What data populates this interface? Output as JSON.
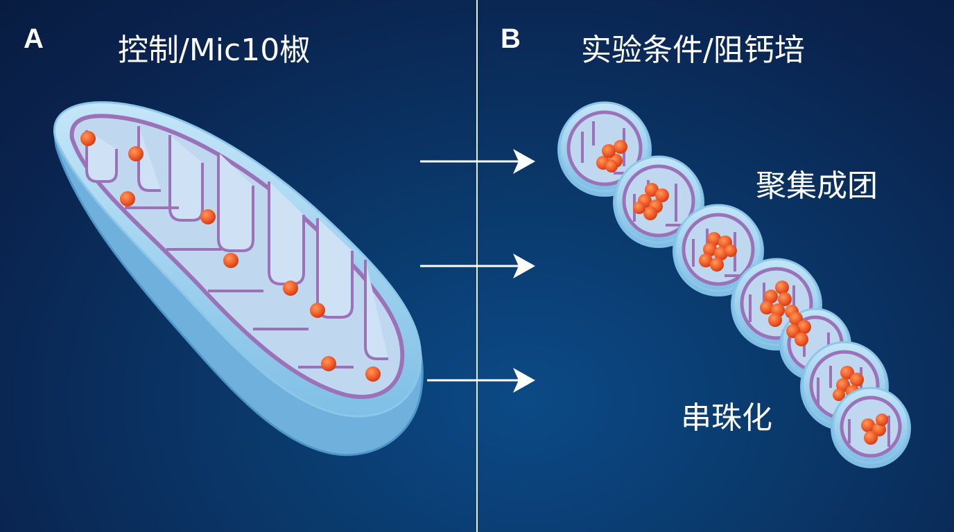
{
  "panel_a": {
    "letter": "A",
    "title": "控制/Mic10椒"
  },
  "panel_b": {
    "letter": "B",
    "title": "实验条件/阻钙培"
  },
  "labels": {
    "aggregation": "聚集成团",
    "beading": "串珠化"
  },
  "colors": {
    "background": "#0a2a5a",
    "outer_membrane": "#a9d6ef",
    "matrix": "#bcd9f0",
    "cristae": "#9b72b8",
    "particle": "#f05a28",
    "arrow": "#ffffff"
  }
}
